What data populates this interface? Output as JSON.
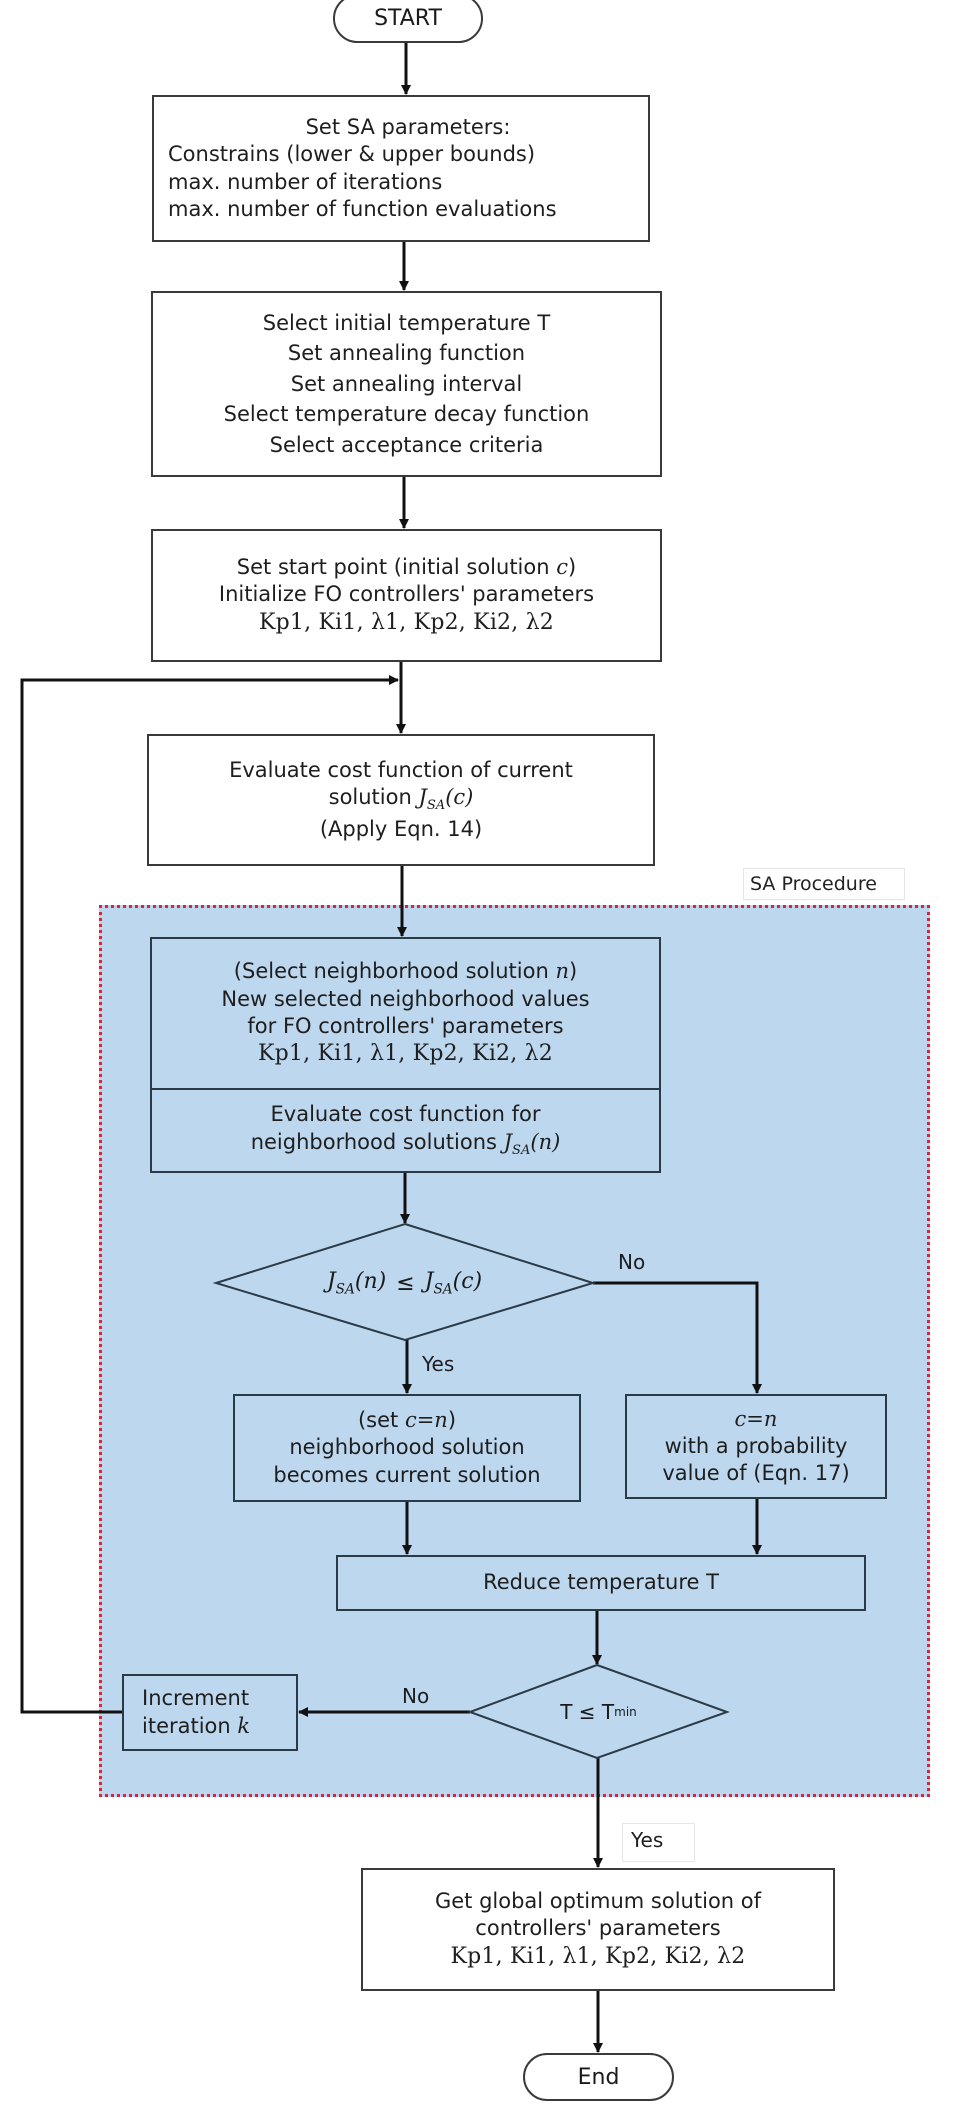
{
  "diagram": {
    "title": "Simulated Annealing (SA) tuning of FO controllers' parameters",
    "region_label": "SA Procedure",
    "colors": {
      "region_fill": "#bdd7ee",
      "region_border": "#e0203c",
      "stroke": "#1a1a1a"
    },
    "start": "START",
    "end": "End",
    "set_sa_params": {
      "lines": [
        "Set SA parameters:",
        "Constrains (lower & upper bounds)",
        "max. number of iterations",
        "max. number of function evaluations"
      ]
    },
    "init_temperature": {
      "lines": [
        "Select initial temperature T",
        "Set annealing function",
        "Set annealing interval",
        "Select temperature decay function",
        "Select acceptance criteria"
      ]
    },
    "start_point": {
      "line1_pre": "Set start point (initial solution ",
      "line1_var": "c",
      "line1_post": ")",
      "line2": "Initialize FO controllers' parameters",
      "params": "Kp1, Ki1, λ1, Kp2, Ki2, λ2"
    },
    "evaluate_current": {
      "line1": "Evaluate cost function of current",
      "line2_pre": "solution ",
      "math": "J",
      "math_sub": "SA",
      "math_arg": "(c)",
      "line3": "(Apply Eqn. 14)"
    },
    "neighborhood_select": {
      "line1_pre": "(Select neighborhood solution ",
      "line1_var": "n",
      "line1_post": ")",
      "line2": "New selected neighborhood values",
      "line3": "for FO controllers' parameters",
      "params": "Kp1, Ki1, λ1, Kp2, Ki2, λ2"
    },
    "neighborhood_evaluate": {
      "line1": "Evaluate cost function for",
      "line2_pre": "neighborhood solutions ",
      "math": "J",
      "math_sub": "SA",
      "math_arg": "(n)"
    },
    "decision_cost": {
      "lhs": "J",
      "lhs_sub": "SA",
      "lhs_arg": "(n)",
      "op": "≤",
      "rhs": "J",
      "rhs_sub": "SA",
      "rhs_arg": "(c)",
      "yes_label": "Yes",
      "no_label": "No"
    },
    "accept_yes": {
      "line1_pre": "(set ",
      "line1_var": "c=n",
      "line1_post": ")",
      "line2": "neighborhood solution",
      "line3": "becomes current solution"
    },
    "accept_prob": {
      "line1_var": "c=n",
      "line2": "with a probability",
      "line3": "value of (Eqn. 17)"
    },
    "reduce_temperature": "Reduce temperature T",
    "decision_temp": {
      "text": "T ≤ T",
      "sub": "min",
      "yes_label": "Yes",
      "no_label": "No"
    },
    "increment": {
      "line1": "Increment",
      "line2_pre": "iteration ",
      "line2_var": "k"
    },
    "global_optimum": {
      "line1": "Get global optimum solution of",
      "line2": "controllers' parameters",
      "params": "Kp1, Ki1, λ1, Kp2, Ki2, λ2"
    }
  }
}
